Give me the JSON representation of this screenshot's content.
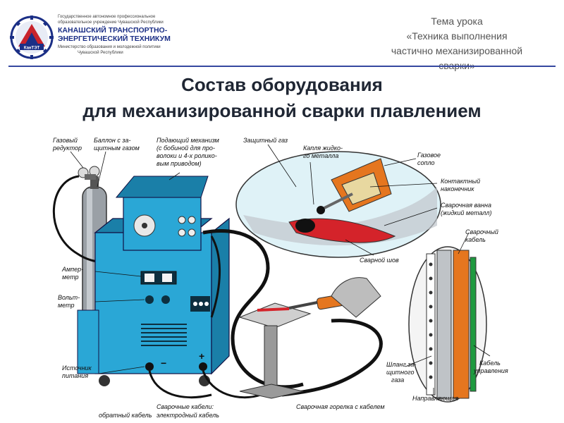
{
  "header": {
    "org_line1": "Государственное автономное профессиональное",
    "org_line2": "образовательное учреждение Чувашской Республики",
    "org_name_line1": "КАНАШСКИЙ ТРАНСПОРТНО-",
    "org_name_line2": "ЭНЕРГЕТИЧЕСКИЙ ТЕХНИКУМ",
    "org_ministry_line1": "Министерство образования и молодежной политики",
    "org_ministry_line2": "Чувашской Республики",
    "logo_text": "КанТЭТ"
  },
  "lesson": {
    "line1": "Тема урока",
    "line2": "«Техника выполнения",
    "line3": "частично механизированной",
    "line4": "сварки»"
  },
  "title": {
    "line1": "Состав оборудования",
    "line2": "для механизированной сварки плавлением"
  },
  "labels": {
    "gas_reducer_1": "Газовый",
    "gas_reducer_2": "редуктор",
    "gas_cylinder_1": "Баллон с за-",
    "gas_cylinder_2": "щитным газом",
    "feeder_1": "Подающий механизм",
    "feeder_2": "(с бобиной для про-",
    "feeder_3": "волоки и 4-х ролико-",
    "feeder_4": "вым приводом)",
    "shield_gas": "Защитный газ",
    "drop_1": "Капля жидко-",
    "drop_2": "го металла",
    "nozzle_1": "Газовое",
    "nozzle_2": "сопло",
    "contact_tip_1": "Контактный",
    "contact_tip_2": "наконечник",
    "weld_pool_1": "Сварочная ванна",
    "weld_pool_2": "(жидкий металл)",
    "weld_cable_1": "Сварочный",
    "weld_cable_2": "кабель",
    "seam": "Сварной шов",
    "ammeter_1": "Ампер-",
    "ammeter_2": "метр",
    "voltmeter_1": "Вольт-",
    "voltmeter_2": "метр",
    "power_source_1": "Источник",
    "power_source_2": "питания",
    "gas_hose_1": "Шланг за-",
    "gas_hose_2": "щитного",
    "gas_hose_3": "газа",
    "control_cable_1": "Кабель",
    "control_cable_2": "управления",
    "guide": "Направляющая",
    "return_cable": "обратный кабель",
    "weld_cables": "Сварочные кабели:",
    "electrode_cable": "электродный кабель",
    "torch": "Сварочная горелка с кабелем"
  },
  "colors": {
    "machine_blue": "#2aa7d6",
    "machine_dark": "#1a7fa8",
    "orange": "#e5761f",
    "weld_red": "#d4232a",
    "cable_green": "#1e9a3f",
    "pool_light": "#dff2f7",
    "title_blue": "#1b2f86"
  }
}
